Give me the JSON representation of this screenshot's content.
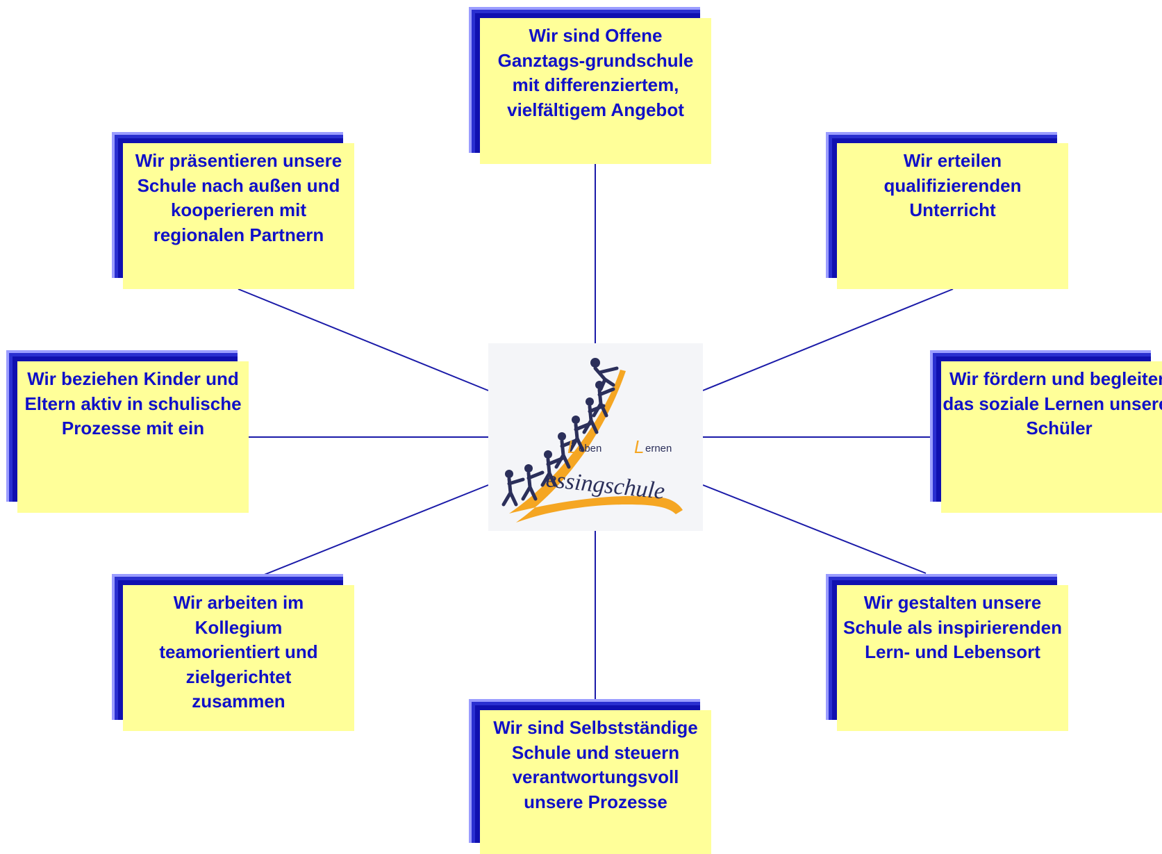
{
  "center": {
    "label_leben": "eben",
    "label_lernen": "ernen",
    "label_school": "essingschule",
    "label_leben_initial": "L",
    "label_lernen_initial": "L",
    "label_school_initial": "L"
  },
  "nodes": {
    "top": "Wir sind Offene Ganztags-grundschule mit differenziertem, vielfältigem Angebot",
    "top_left": "Wir präsentieren unsere Schule nach außen und kooperieren mit regionalen Partnern",
    "top_right": "Wir erteilen qualifizierenden Unterricht",
    "left": "Wir beziehen Kinder und Eltern aktiv in schulische Prozesse mit ein",
    "right": "Wir fördern und begleiten das soziale Lernen unserer Schüler",
    "bottom_left": "Wir arbeiten im Kollegium teamorientiert und zielgerichtet zusammen",
    "bottom_right": "Wir gestalten unsere Schule als inspirierenden Lern- und Lebensort",
    "bottom": "Wir sind Selbstständige Schule und steuern verantwortungsvoll unsere Prozesse"
  },
  "colors": {
    "box_fill": "#ffff99",
    "box_text": "#1010c8",
    "shadow": "#2a2fd0",
    "connector": "#1a1aa8",
    "logo_orange": "#f5a623",
    "logo_figures": "#2b2f5a"
  }
}
